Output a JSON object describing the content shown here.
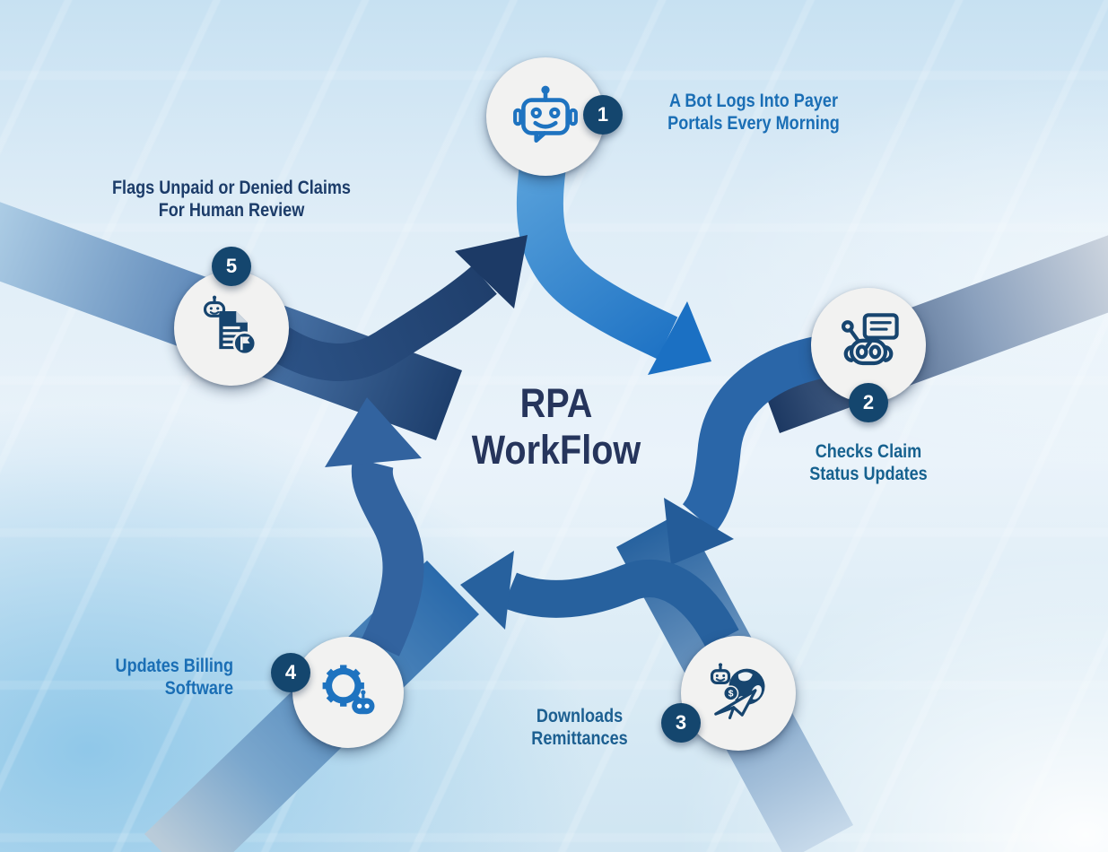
{
  "title": {
    "line1": "RPA",
    "line2": "WorkFlow"
  },
  "steps": [
    {
      "number": "1",
      "icon": "robot-face-icon",
      "line1": "A Bot Logs Into Payer",
      "line2": "Portals Every Morning"
    },
    {
      "number": "2",
      "icon": "robot-chat-icon",
      "line1": "Checks Claim",
      "line2": "Status Updates"
    },
    {
      "number": "3",
      "icon": "globe-plane-icon",
      "line1": "Downloads",
      "line2": "Remittances"
    },
    {
      "number": "4",
      "icon": "gear-robot-icon",
      "line1": "Updates Billing",
      "line2": "Software"
    },
    {
      "number": "5",
      "icon": "doc-flag-icon",
      "line1": "Flags Unpaid or Denied Claims",
      "line2": "For Human Review"
    }
  ],
  "colors": {
    "title_text": "#26355c",
    "step1_text": "#1a6eb5",
    "step2_text": "#16618f",
    "step3_text": "#1c5f91",
    "step4_text": "#1a6eb5",
    "step5_text": "#1c3c69",
    "badge_bg": "#14466e",
    "badge_text": "#ffffff",
    "circle_bg": "#f2f2f1",
    "arrow_1_2": "#1b70c3",
    "arrow_2_3": "#2a66a8",
    "arrow_3_4": "#27619e",
    "arrow_4_5": "#32639f",
    "arrow_5_1": "#1c3a66",
    "icon_blue": "#1e73c0",
    "icon_navy": "#17456f",
    "background_light": "#eaf3fa",
    "background_sky": "#a8d3ec"
  }
}
